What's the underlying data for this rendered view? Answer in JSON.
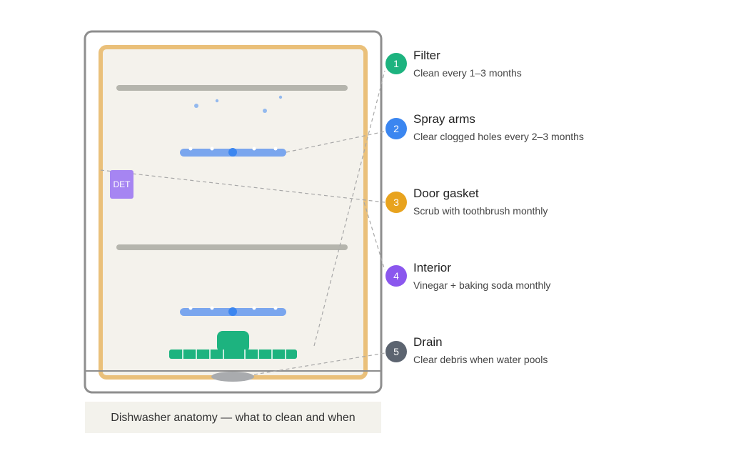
{
  "diagram": {
    "caption": "Dishwasher anatomy — what to clean and when",
    "detergent_label": "DET",
    "colors": {
      "filter": "#1db37f",
      "spray_arms": "#3b86f0",
      "door_gasket": "#e8a31e",
      "interior": "#8b57ee",
      "drain": "#5c6470",
      "tub": "#f4f2ec",
      "gasket_border": "#eac07a",
      "racks": "#b5b5ad",
      "detergent": "#a685f2"
    },
    "callouts": [
      {
        "number": "1",
        "title": "Filter",
        "description": "Clean every 1–3 months"
      },
      {
        "number": "2",
        "title": "Spray arms",
        "description": "Clear clogged holes every 2–3 months"
      },
      {
        "number": "3",
        "title": "Door gasket",
        "description": "Scrub with toothbrush monthly"
      },
      {
        "number": "4",
        "title": "Interior",
        "description": "Vinegar + baking soda monthly"
      },
      {
        "number": "5",
        "title": "Drain",
        "description": "Clear debris when water pools"
      }
    ]
  }
}
